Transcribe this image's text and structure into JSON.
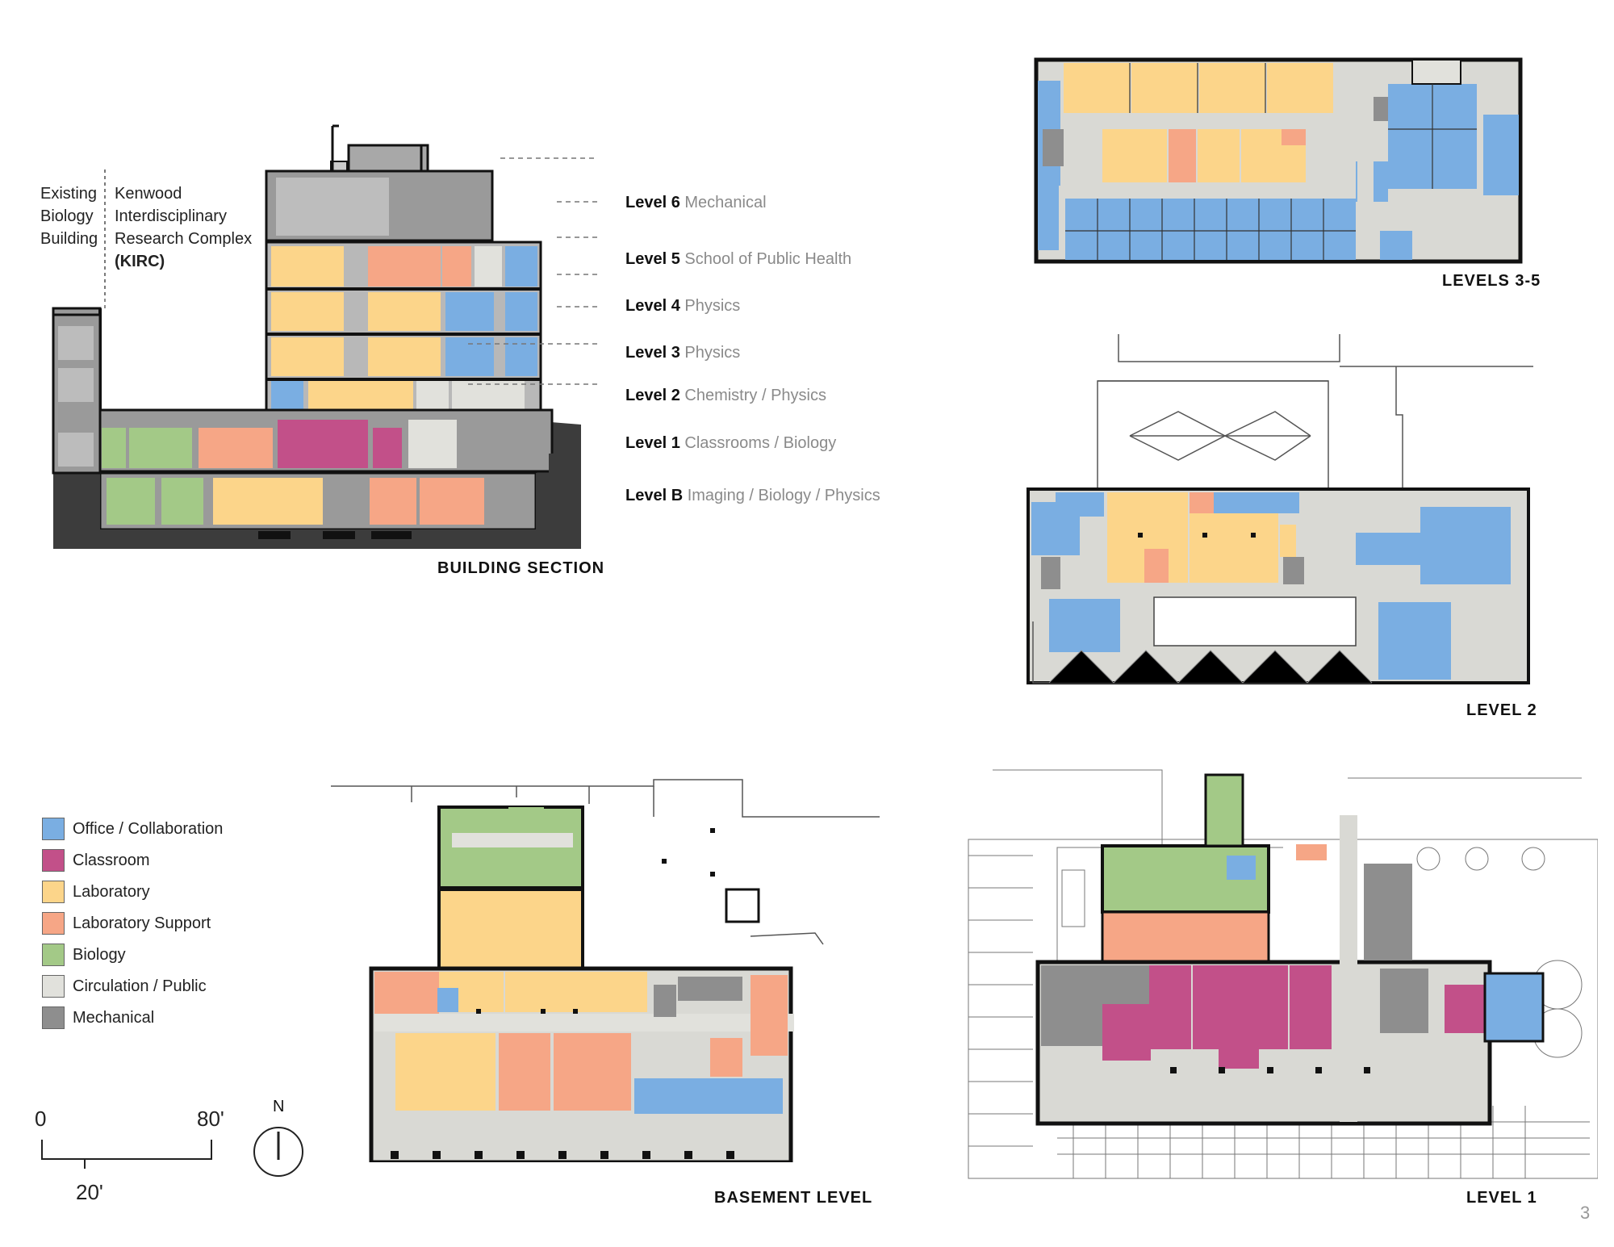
{
  "section": {
    "existing_label": [
      "Existing",
      "Biology",
      "Building"
    ],
    "kirc_label": [
      "Kenwood",
      "Interdisciplinary",
      "Research Complex",
      "(KIRC)"
    ],
    "caption": "BUILDING SECTION",
    "levels": [
      {
        "name": "Level 6",
        "desc": "Mechanical"
      },
      {
        "name": "Level 5",
        "desc": "School of Public Health"
      },
      {
        "name": "Level 4",
        "desc": "Physics"
      },
      {
        "name": "Level 3",
        "desc": "Physics"
      },
      {
        "name": "Level 2",
        "desc": "Chemistry / Physics"
      },
      {
        "name": "Level 1",
        "desc": "Classrooms / Biology"
      },
      {
        "name": "Level B",
        "desc": "Imaging / Biology / Physics"
      }
    ]
  },
  "plans": {
    "levels_3_5": "LEVELS 3-5",
    "level_2": "LEVEL 2",
    "basement": "BASEMENT LEVEL",
    "level_1": "LEVEL 1"
  },
  "legend": [
    {
      "label": "Office / Collaboration",
      "color": "#7aaee2"
    },
    {
      "label": "Classroom",
      "color": "#c25089"
    },
    {
      "label": "Laboratory",
      "color": "#fcd58a"
    },
    {
      "label": "Laboratory Support",
      "color": "#f6a686"
    },
    {
      "label": "Biology",
      "color": "#a3c987"
    },
    {
      "label": "Circulation / Public",
      "color": "#e1e1dc"
    },
    {
      "label": "Mechanical",
      "color": "#8e8e8e"
    }
  ],
  "scale": {
    "zero": "0",
    "eighty": "80'",
    "twenty": "20'",
    "north": "N"
  },
  "page_number": "3",
  "colors": {
    "office": "#7aaee2",
    "classroom": "#c25089",
    "lab": "#fcd58a",
    "labsupport": "#f6a686",
    "biology": "#a3c987",
    "circulation": "#e1e1dc",
    "mechanical": "#8e8e8e",
    "dark": "#3c3c3c"
  }
}
